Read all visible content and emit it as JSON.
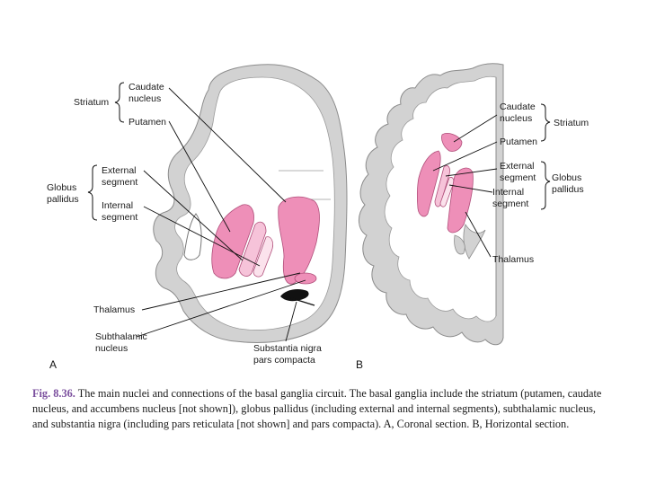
{
  "panel_a": {
    "letter": "A",
    "labels": {
      "striatum": "Striatum",
      "caudate_1": "Caudate",
      "caudate_2": "nucleus",
      "putamen": "Putamen",
      "globus_1": "Globus",
      "globus_2": "pallidus",
      "external_1": "External",
      "external_2": "segment",
      "internal_1": "Internal",
      "internal_2": "segment",
      "thalamus": "Thalamus",
      "subthalamic_1": "Subthalamic",
      "subthalamic_2": "nucleus",
      "nigra_1": "Substantia nigra",
      "nigra_2": "pars compacta"
    }
  },
  "panel_b": {
    "letter": "B",
    "labels": {
      "caudate_1": "Caudate",
      "caudate_2": "nucleus",
      "striatum": "Striatum",
      "putamen": "Putamen",
      "external_1": "External",
      "external_2": "segment",
      "globus_1": "Globus",
      "globus_2": "pallidus",
      "internal_1": "Internal",
      "internal_2": "segment",
      "thalamus": "Thalamus"
    }
  },
  "colors": {
    "cortex_gray": "#d2d2d2",
    "nucleus_pink": "#ee8fb8",
    "segment_light_pink": "#f6c3d9",
    "segment_pale_pink": "#fbe2ec",
    "nigra_black": "#111111",
    "caption_accent": "#7b4f9e"
  },
  "caption": {
    "fig_label": "Fig. 8.36.",
    "text": "The main nuclei and connections of the basal ganglia circuit. The basal ganglia include the striatum (putamen, caudate nucleus, and accumbens nucleus [not shown]), globus pallidus (including external and internal segments), subthalamic nucleus, and substantia nigra (including pars reticulata [not shown] and pars compacta). A, Coronal section. B, Horizontal section."
  }
}
